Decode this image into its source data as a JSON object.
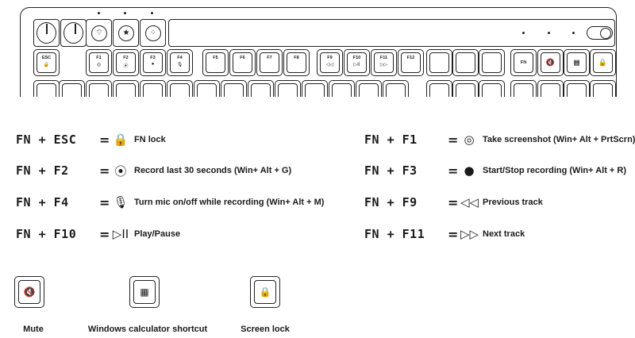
{
  "keyboard": {
    "fn_row": [
      {
        "label": "ESC",
        "icon": "lock-fn-icon",
        "glyph": "🔒"
      },
      {
        "label": "F1",
        "icon": "camera-icon",
        "glyph": "◎"
      },
      {
        "label": "F2",
        "icon": "record-30s-icon",
        "glyph": "⦿"
      },
      {
        "label": "F3",
        "icon": "record-dot-icon",
        "glyph": "●"
      },
      {
        "label": "F4",
        "icon": "mic-off-icon",
        "glyph": "🎙"
      },
      {
        "label": "F5",
        "icon": "",
        "glyph": ""
      },
      {
        "label": "F6",
        "icon": "",
        "glyph": ""
      },
      {
        "label": "F7",
        "icon": "",
        "glyph": ""
      },
      {
        "label": "F8",
        "icon": "",
        "glyph": ""
      },
      {
        "label": "F9",
        "icon": "previous-track-icon",
        "glyph": "◁◁"
      },
      {
        "label": "F10",
        "icon": "play-pause-icon",
        "glyph": "▷II"
      },
      {
        "label": "F11",
        "icon": "next-track-icon",
        "glyph": "▷▷"
      },
      {
        "label": "F12",
        "icon": "",
        "glyph": ""
      }
    ],
    "right_cluster": [
      {
        "label": "FN",
        "icon": "",
        "glyph": ""
      },
      {
        "label": "",
        "icon": "mute-icon",
        "glyph": "🔇"
      },
      {
        "label": "",
        "icon": "calculator-icon",
        "glyph": "▦"
      },
      {
        "label": "",
        "icon": "lock-icon",
        "glyph": "🔒"
      }
    ]
  },
  "shortcuts": [
    {
      "combo": "FN + ESC",
      "eq": "=",
      "icon": "fn-lock-icon",
      "glyph": "🔒",
      "desc": "FN lock"
    },
    {
      "combo": "FN +  F2",
      "eq": "=",
      "icon": "record-30s-icon",
      "glyph": "⦿",
      "desc": "Record last 30 seconds (Win+ Alt + G)"
    },
    {
      "combo": "FN +  F4",
      "eq": "=",
      "icon": "mic-off-icon",
      "glyph": "🎙",
      "desc": "Turn mic on/off while recording (Win+ Alt + M)"
    },
    {
      "combo": "FN + F10",
      "eq": "=",
      "icon": "play-pause-icon",
      "glyph": "▷II",
      "desc": "Play/Pause"
    },
    {
      "combo": "FN +  F1",
      "eq": "=",
      "icon": "camera-icon",
      "glyph": "◎",
      "desc": "Take screenshot (Win+ Alt + PrtScrn)"
    },
    {
      "combo": "FN +  F3",
      "eq": "=",
      "icon": "record-dot-icon",
      "glyph": "●",
      "desc": "Start/Stop recording (Win+ Alt + R)"
    },
    {
      "combo": "FN +  F9",
      "eq": "=",
      "icon": "previous-track-icon",
      "glyph": "◁◁",
      "desc": "Previous track"
    },
    {
      "combo": "FN + F11",
      "eq": "=",
      "icon": "next-track-icon",
      "glyph": "▷▷",
      "desc": "Next track"
    }
  ],
  "bottom_keys": [
    {
      "icon": "mute-icon",
      "glyph": "🔇",
      "label": "Mute"
    },
    {
      "icon": "calculator-icon",
      "glyph": "▦",
      "label": "Windows calculator shortcut"
    },
    {
      "icon": "lock-icon",
      "glyph": "🔒",
      "label": "Screen lock"
    }
  ]
}
